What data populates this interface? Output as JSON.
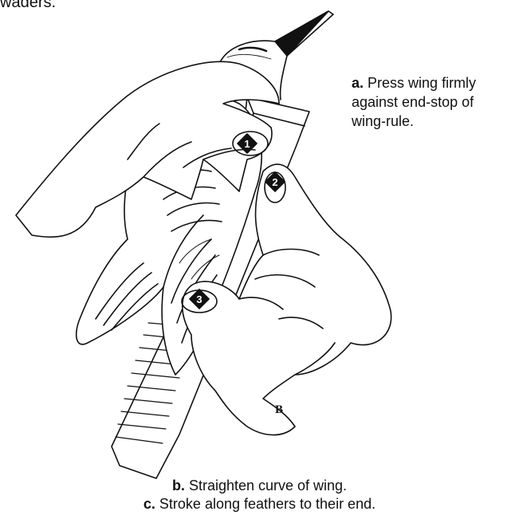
{
  "top_fragment": "waders.",
  "instructions": [
    {
      "letter": "a.",
      "text": "Press wing firmly against end-stop of wing-rule."
    },
    {
      "letter": "b.",
      "text": "Straighten curve of wing."
    },
    {
      "letter": "c.",
      "text": "Stroke along feathers to their end."
    }
  ],
  "markers": [
    "1",
    "2",
    "3"
  ],
  "initials": "B",
  "colors": {
    "ink": "#111111",
    "paper": "#ffffff"
  }
}
